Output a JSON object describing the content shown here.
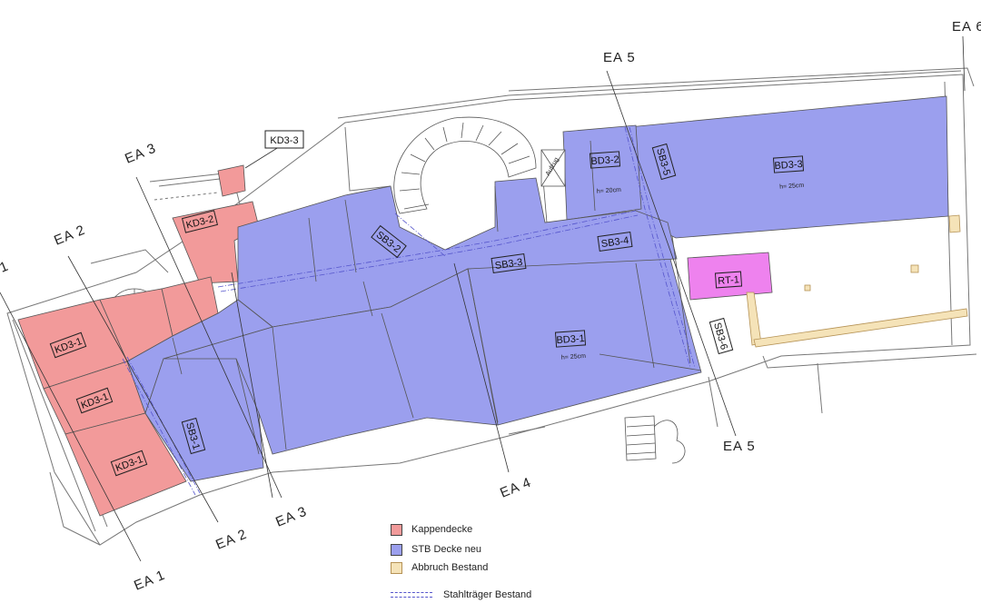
{
  "colors": {
    "kappendecke": "#f29a9a",
    "stb_decke_neu": "#9b9fee",
    "abbruch_bestand": "#f5e3b8",
    "rt": "#ee82ee",
    "outline": "#6a6a6a"
  },
  "axes": {
    "ea1_bottom": "EA 1",
    "ea1_top": "1",
    "ea2_top": "EA 2",
    "ea2_bottom": "EA 2",
    "ea3_top": "EA 3",
    "ea3_bottom": "EA 3",
    "ea4_bottom": "EA 4",
    "ea5_top": "EA 5",
    "ea5_bottom": "EA 5",
    "ea6_top": "EA 6"
  },
  "tags": {
    "kd3_1_a": "KD3-1",
    "kd3_1_b": "KD3-1",
    "kd3_1_c": "KD3-1",
    "kd3_2": "KD3-2",
    "kd3_3": "KD3-3",
    "bd3_1": "BD3-1",
    "bd3_1_h": "h= 25cm",
    "bd3_2": "BD3-2",
    "bd3_2_h": "h= 20cm",
    "bd3_3": "BD3-3",
    "bd3_3_h": "h= 25cm",
    "sb3_1": "SB3-1",
    "sb3_2": "SB3-2",
    "sb3_3": "SB3-3",
    "sb3_4": "SB3-4",
    "sb3_5": "SB3-5",
    "sb3_6": "SB3-6",
    "rt_1": "RT-1",
    "aufzug": "Aufzug"
  },
  "legend": {
    "kappendecke": "Kappendecke",
    "stb_decke_neu": "STB Decke neu",
    "abbruch_bestand": "Abbruch Bestand",
    "stahltraeger_bestand": "Stahlträger Bestand"
  }
}
